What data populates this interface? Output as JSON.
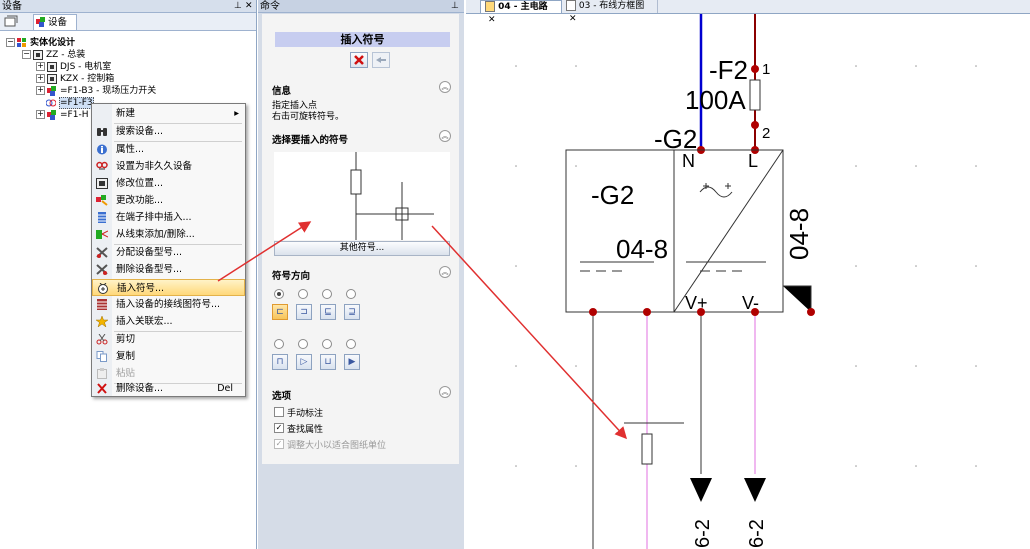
{
  "left_panel": {
    "title": "设备",
    "pin": "⊥",
    "tab_label": "设备",
    "tree": [
      {
        "label": "实体化设计",
        "bold": true
      },
      {
        "label": "ZZ - 总装"
      },
      {
        "label": "DJS - 电机室"
      },
      {
        "label": "KZX - 控制箱"
      },
      {
        "label": "=F1-B3 - 现场压力开关"
      },
      {
        "label": "=F1-F3"
      },
      {
        "label": "=F1-H"
      }
    ]
  },
  "context_menu": {
    "items": [
      {
        "label": "新建",
        "arrow": "▸"
      },
      {
        "label": "搜索设备..."
      },
      {
        "label": "属性..."
      },
      {
        "label": "设置为非久久设备"
      },
      {
        "label": "修改位置..."
      },
      {
        "label": "更改功能..."
      },
      {
        "label": "在端子排中插入..."
      },
      {
        "label": "从线束添加/删除..."
      },
      {
        "label": "分配设备型号..."
      },
      {
        "label": "删除设备型号..."
      },
      {
        "label": "插入符号..."
      },
      {
        "label": "插入设备的接线图符号..."
      },
      {
        "label": "插入关联宏..."
      },
      {
        "label": "剪切"
      },
      {
        "label": "复制"
      },
      {
        "label": "粘贴"
      },
      {
        "label": "删除设备...",
        "shortcut": "Del"
      }
    ]
  },
  "command_panel": {
    "title": "命令",
    "pin": "⊥",
    "header": "插入符号",
    "info_title": "信息",
    "info_line1": "指定插入点",
    "info_line2": "右击可旋转符号。",
    "symbol_title": "选择要插入的符号",
    "other_symbols_button": "其他符号...",
    "direction_title": "符号方向",
    "options_title": "选项",
    "options": [
      {
        "label": "手动标注",
        "checked": false,
        "enabled": true
      },
      {
        "label": "查找属性",
        "checked": true,
        "enabled": true
      },
      {
        "label": "调整大小以适合图纸单位",
        "checked": true,
        "enabled": false
      }
    ]
  },
  "drawing": {
    "tabs": [
      {
        "label": "04 - 主电路",
        "active": true
      },
      {
        "label": "03 - 布线方框图",
        "active": false
      }
    ],
    "close_glyph": "✕",
    "labels": {
      "f2": "-F2",
      "f2_rating": "100A",
      "g2_top": "-G2",
      "g2_box": "-G2",
      "ref_box": "04-8",
      "ref_vertical": "04-8",
      "n": "N",
      "l": "L",
      "pin1": "1",
      "pin2": "2",
      "vplus": "V+",
      "vminus": "V-",
      "ref_bottom1": "6-2",
      "ref_bottom2": "6-2",
      "ac": "+ ~ +"
    }
  },
  "colors": {
    "highlight": "#ffd87a",
    "wire_blue": "#0000d0",
    "wire_brown": "#8b0000",
    "wire_pink": "#e070e0",
    "node_red": "#b00000",
    "arrow_red": "#e03030"
  }
}
